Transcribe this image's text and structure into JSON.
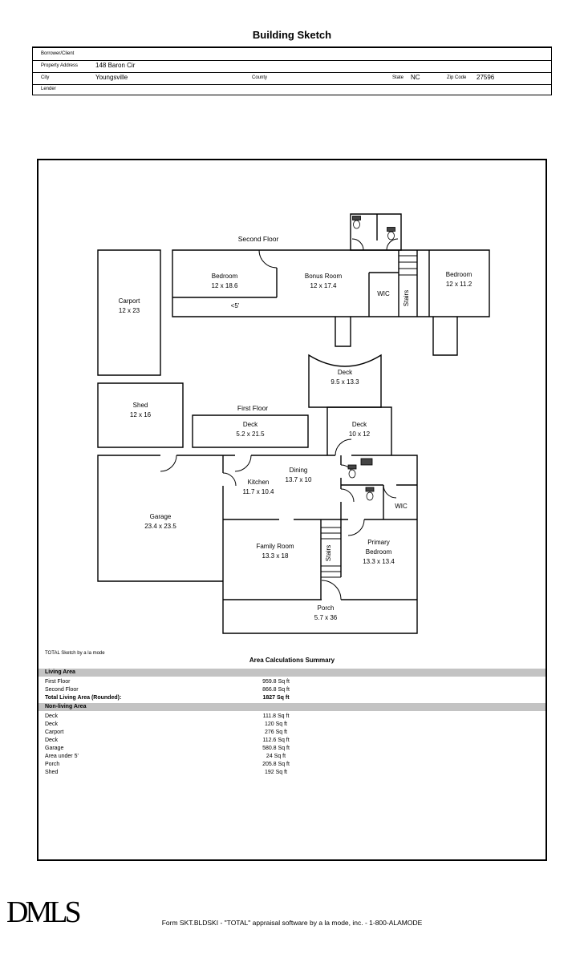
{
  "title": "Building Sketch",
  "form": {
    "borrower_label": "Borrower/Client",
    "property_label": "Property Address",
    "property_value": "148 Baron Cir",
    "city_label": "City",
    "city_value": "Youngsville",
    "county_label": "County",
    "state_label": "State",
    "state_value": "NC",
    "zip_label": "Zip Code",
    "zip_value": "27596",
    "lender_label": "Lender"
  },
  "sketch": {
    "floors": {
      "second": "Second Floor",
      "first": "First Floor"
    },
    "rooms": {
      "carport": {
        "name": "Carport",
        "dims": "12 x 23"
      },
      "bedroom_2f_left": {
        "name": "Bedroom",
        "dims": "12 x 18.6"
      },
      "bonus": {
        "name": "Bonus Room",
        "dims": "12 x 17.4"
      },
      "bedroom_2f_right": {
        "name": "Bedroom",
        "dims": "12 x 11.2"
      },
      "wic_2f": {
        "name": "WIC"
      },
      "stairs_2f": {
        "name": "Stairs"
      },
      "under5": {
        "label": "<5'"
      },
      "deck_upper": {
        "name": "Deck",
        "dims": "9.5 x 13.3"
      },
      "shed": {
        "name": "Shed",
        "dims": "12 x 16"
      },
      "deck_back": {
        "name": "Deck",
        "dims": "5.2 x 21.5"
      },
      "deck_side": {
        "name": "Deck",
        "dims": "10 x 12"
      },
      "dining": {
        "name": "Dining",
        "dims": "13.7 x 10"
      },
      "kitchen": {
        "name": "Kitchen",
        "dims": "11.7 x 10.4"
      },
      "wic_1f": {
        "name": "WIC"
      },
      "garage": {
        "name": "Garage",
        "dims": "23.4 x 23.5"
      },
      "family": {
        "name": "Family Room",
        "dims": "13.3 x 18"
      },
      "stairs_1f": {
        "name": "Stairs"
      },
      "primary": {
        "line1": "Primary",
        "line2": "Bedroom",
        "dims": "13.3 x 13.4"
      },
      "porch": {
        "name": "Porch",
        "dims": "5.7 x 36"
      }
    }
  },
  "summary": {
    "watermark": "TOTAL Sketch by a la mode",
    "title": "Area Calculations Summary",
    "living_header": "Living Area",
    "living_rows": [
      {
        "name": "First Floor",
        "area": "959.8 Sq ft"
      },
      {
        "name": "Second Floor",
        "area": "866.8 Sq ft"
      }
    ],
    "total": {
      "name": "Total Living Area (Rounded):",
      "area": "1827 Sq ft"
    },
    "nonliving_header": "Non-living Area",
    "nonliving_rows": [
      {
        "name": "Deck",
        "area": "111.8 Sq ft"
      },
      {
        "name": "Deck",
        "area": "120 Sq ft"
      },
      {
        "name": "Carport",
        "area": "276 Sq ft"
      },
      {
        "name": "Deck",
        "area": "112.6 Sq ft"
      },
      {
        "name": "Garage",
        "area": "580.8 Sq ft"
      },
      {
        "name": "Area under 5'",
        "area": "24 Sq ft"
      },
      {
        "name": "Porch",
        "area": "205.8 Sq ft"
      },
      {
        "name": "Shed",
        "area": "192 Sq ft"
      }
    ]
  },
  "footer": {
    "logo": "DMLS",
    "form_line": "Form SKT.BLDSKI - \"TOTAL\" appraisal software by a la mode, inc. - 1-800-ALAMODE"
  }
}
